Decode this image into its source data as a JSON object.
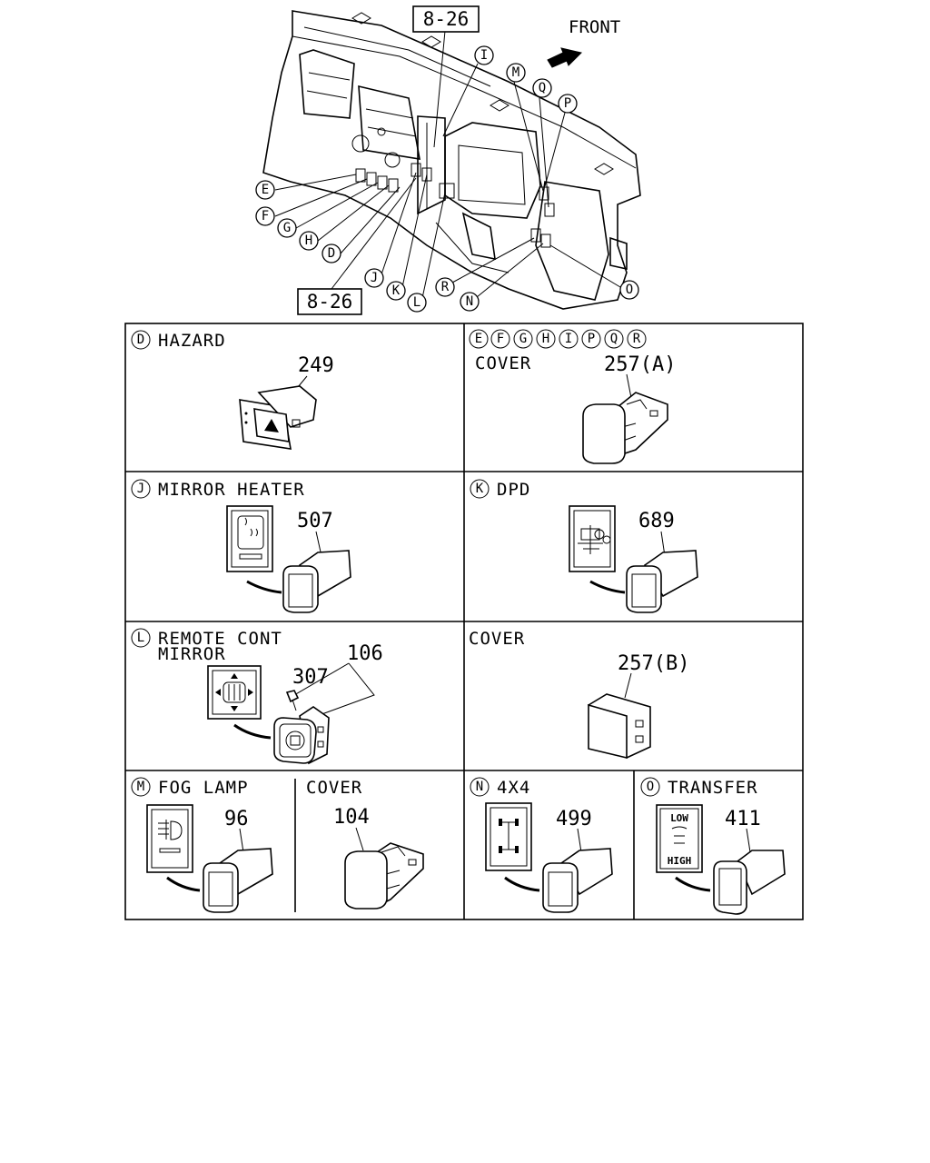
{
  "header": {
    "front_label": "FRONT",
    "ref_top": "8-26",
    "ref_bottom": "8-26",
    "callouts": [
      "I",
      "M",
      "Q",
      "P",
      "E",
      "F",
      "G",
      "H",
      "D",
      "J",
      "K",
      "L",
      "R",
      "N",
      "O"
    ]
  },
  "panels": {
    "hazard": {
      "letter": "D",
      "label": "HAZARD",
      "part": "249"
    },
    "cover_a": {
      "letters": [
        "E",
        "F",
        "G",
        "H",
        "I",
        "P",
        "Q",
        "R"
      ],
      "label": "COVER",
      "part": "257(A)"
    },
    "mirror_heater": {
      "letter": "J",
      "label": "MIRROR HEATER",
      "part": "507"
    },
    "dpd": {
      "letter": "K",
      "label": "DPD",
      "part": "689"
    },
    "remote_mirror": {
      "letter": "L",
      "label_line1": "REMOTE CONT",
      "label_line2": "MIRROR",
      "part_main": "106",
      "part_screw": "307"
    },
    "cover_b": {
      "label": "COVER",
      "part": "257(B)"
    },
    "fog_lamp": {
      "letter": "M",
      "label": "FOG LAMP",
      "part": "96"
    },
    "cover_104": {
      "label": "COVER",
      "part": "104"
    },
    "four_by_four": {
      "letter": "N",
      "label": "4X4",
      "part": "499"
    },
    "transfer": {
      "letter": "O",
      "label": "TRANSFER",
      "part": "411",
      "icon_low": "LOW",
      "icon_high": "HIGH"
    }
  }
}
